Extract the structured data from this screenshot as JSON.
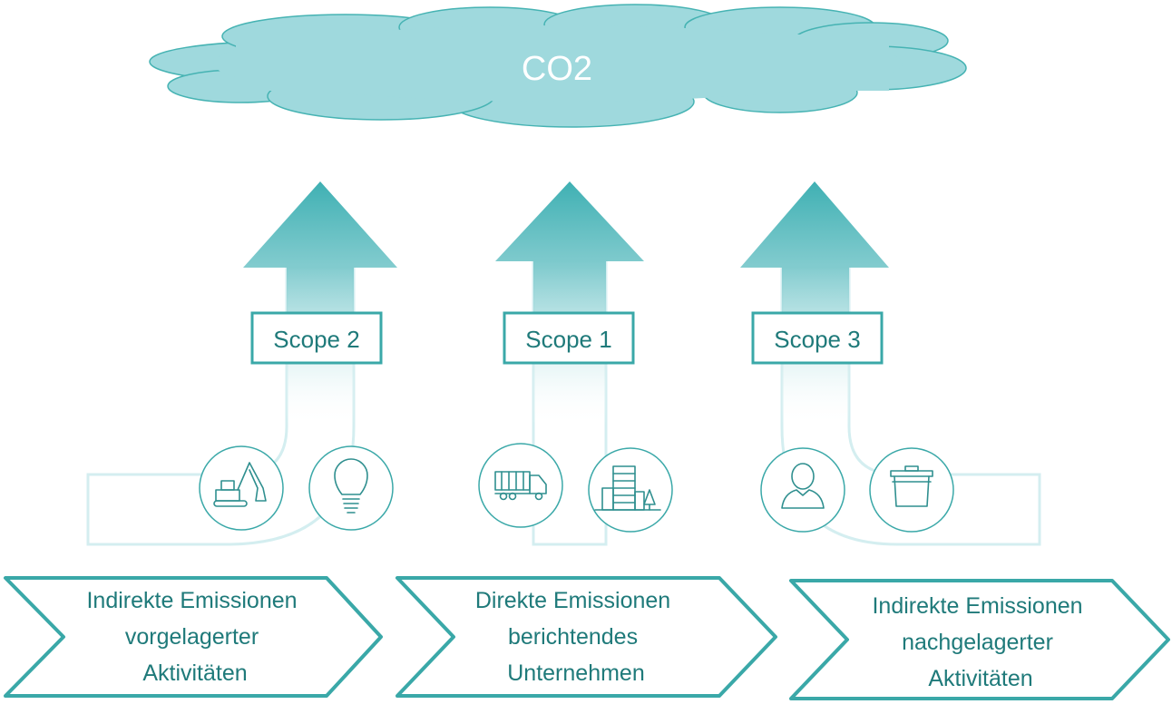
{
  "colors": {
    "teal": "#3aa8a8",
    "teal_text": "#1f7a7a",
    "cloud_fill": "#9fd9dd",
    "cloud_stroke": "#46b3b3",
    "arrow_light": "#d7eff0",
    "icon_stroke": "#2f8f8f"
  },
  "cloud": {
    "label": "CO2"
  },
  "scopes": [
    {
      "label": "Scope 2",
      "icons": [
        "excavator-icon",
        "lightbulb-icon"
      ]
    },
    {
      "label": "Scope 1",
      "icons": [
        "truck-icon",
        "building-icon"
      ]
    },
    {
      "label": "Scope 3",
      "icons": [
        "person-icon",
        "trash-bin-icon"
      ]
    }
  ],
  "chevrons": [
    {
      "lines": [
        "Indirekte Emissionen",
        "vorgelagerter",
        "Aktivitäten"
      ]
    },
    {
      "lines": [
        "Direkte Emissionen",
        "berichtendes",
        "Unternehmen"
      ]
    },
    {
      "lines": [
        "Indirekte Emissionen",
        "nachgelagerter",
        "Aktivitäten"
      ]
    }
  ]
}
